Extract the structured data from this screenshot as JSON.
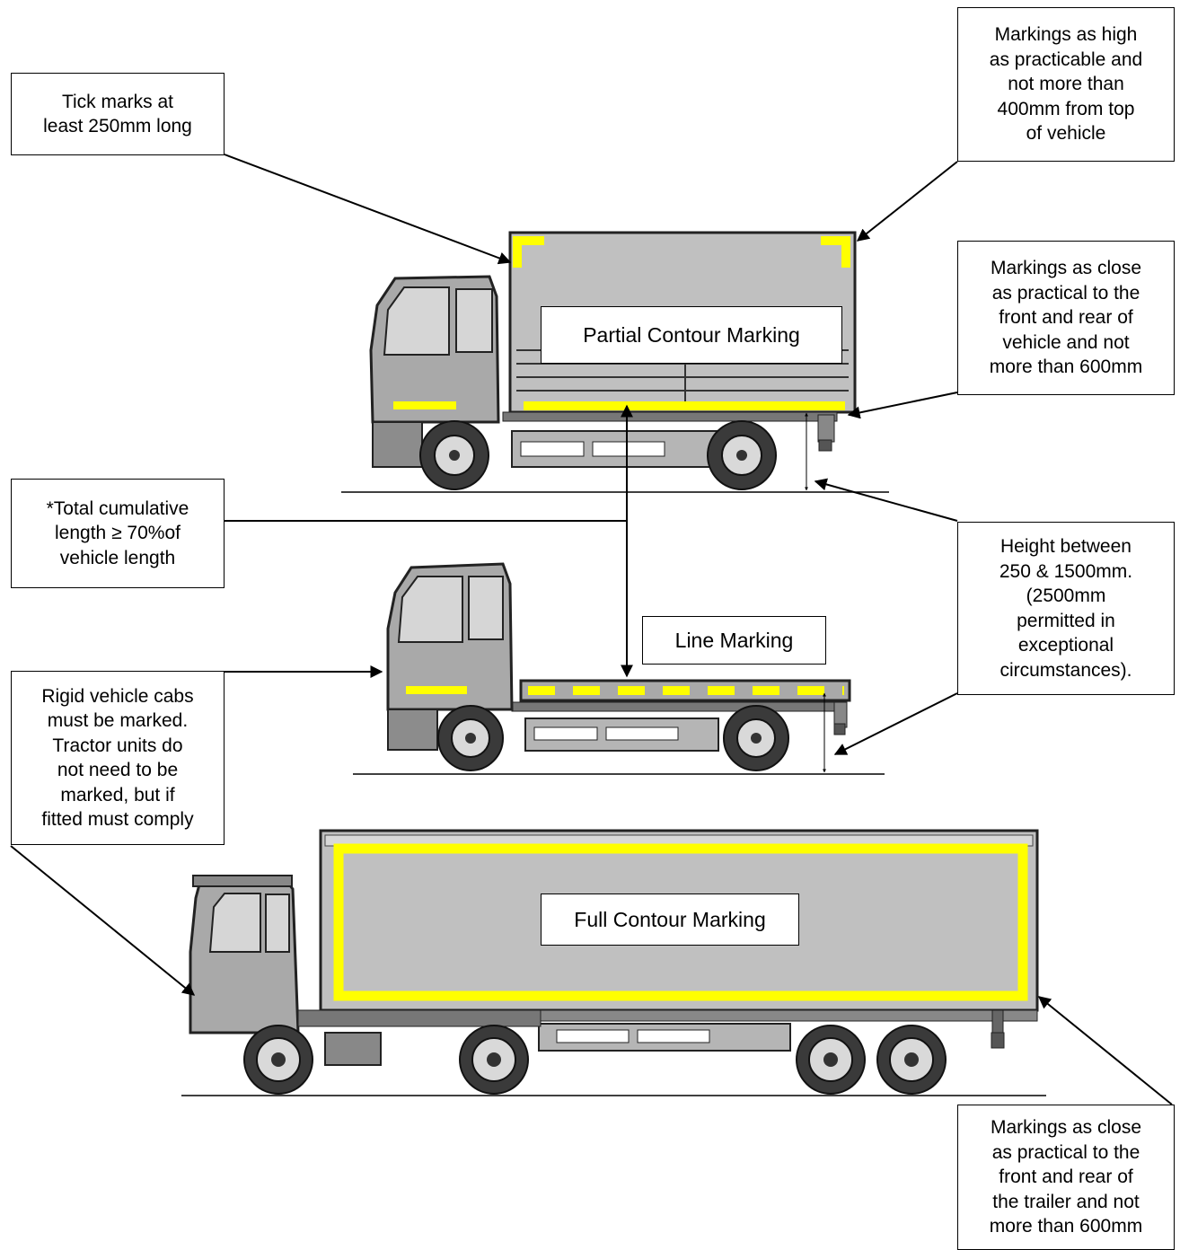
{
  "callouts": {
    "tick_marks": "Tick marks at\nleast 250mm long",
    "markings_high": "Markings as high\nas practicable and\nnot more than\n400mm from top\nof vehicle",
    "markings_close_vehicle": "Markings as close\nas practical to the\nfront and rear of\nvehicle and not\nmore than 600mm",
    "total_cumulative": "*Total cumulative\nlength ≥ 70%of\nvehicle length",
    "height_between": "Height between\n250 & 1500mm.\n(2500mm\npermitted in\nexceptional\ncircumstances).",
    "rigid_cabs": "Rigid vehicle cabs\nmust be marked.\nTractor units do\nnot need to be\nmarked, but if\nfitted must comply",
    "markings_close_trailer": "Markings as close\nas practical to the\nfront and rear of\nthe trailer and not\nmore than 600mm"
  },
  "labels": {
    "partial": "Partial Contour Marking",
    "line": "Line Marking",
    "full": "Full Contour Marking"
  },
  "colors": {
    "marking": "#ffff00",
    "body_grey": "#c0c0c0",
    "cab_grey": "#a9a9a9",
    "outline": "#222222"
  }
}
